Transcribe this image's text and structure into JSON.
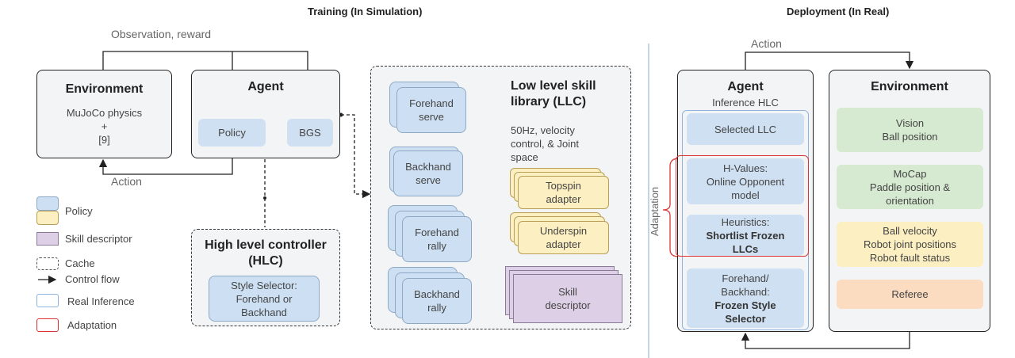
{
  "training": {
    "heading": "Training (In Simulation)",
    "observation_label": "Observation, reward",
    "action_label": "Action",
    "environment": {
      "title": "Environment",
      "line1": "MuJoCo physics",
      "line2": "+",
      "line3": "[9]"
    },
    "agent": {
      "title": "Agent",
      "policy": "Policy",
      "bgs": "BGS"
    },
    "hlc": {
      "title_line1": "High level controller",
      "title_line2": "(HLC)",
      "selector_line1": "Style Selector:",
      "selector_line2": "Forehand or",
      "selector_line3": "Backhand"
    },
    "llc": {
      "title_line1": "Low level skill",
      "title_line2": "library (LLC)",
      "desc_line1": "50Hz, velocity",
      "desc_line2": "control,  & Joint",
      "desc_line3": "space",
      "skills": [
        {
          "line1": "Forehand",
          "line2": "serve"
        },
        {
          "line1": "Backhand",
          "line2": "serve"
        },
        {
          "line1": "Forehand",
          "line2": "rally"
        },
        {
          "line1": "Backhand",
          "line2": "rally"
        }
      ],
      "adapters": [
        {
          "line1": "Topspin",
          "line2": "adapter"
        },
        {
          "line1": "Underspin",
          "line2": "adapter"
        }
      ],
      "descriptor": {
        "line1": "Skill",
        "line2": "descriptor"
      }
    }
  },
  "legend": {
    "policy": "Policy",
    "skill_descriptor": "Skill descriptor",
    "cache": "Cache",
    "control_flow": "Control flow",
    "real_inference": "Real Inference",
    "adaptation": "Adaptation"
  },
  "deployment": {
    "heading": "Deployment (In Real)",
    "action_label": "Action",
    "adaptation_label": "Adaptation",
    "agent": {
      "title": "Agent",
      "subtitle": "Inference HLC",
      "selected_llc": "Selected LLC",
      "hvalues_line1": "H-Values:",
      "hvalues_line2": "Online Opponent",
      "hvalues_line3": "model",
      "heuristics_line1": "Heuristics:",
      "heuristics_line2": "Shortlist Frozen",
      "heuristics_line3": "LLCs",
      "style_line1": "Forehand/",
      "style_line2": "Backhand:",
      "style_line3": "Frozen Style",
      "style_line4": "Selector"
    },
    "environment": {
      "title": "Environment",
      "vision_line1": "Vision",
      "vision_line2": "Ball position",
      "mocap_line1": "MoCap",
      "mocap_line2": "Paddle position &",
      "mocap_line3": "orientation",
      "robot_line1": "Ball velocity",
      "robot_line2": "Robot joint positions",
      "robot_line3": "Robot fault status",
      "referee": "Referee"
    }
  }
}
